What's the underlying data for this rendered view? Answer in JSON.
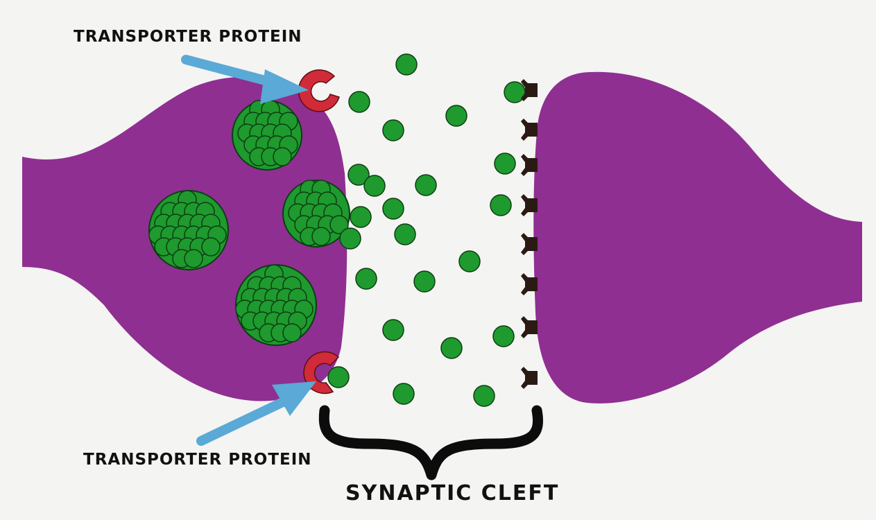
{
  "labels": {
    "transporter_top": "TRANSPORTER PROTEIN",
    "transporter_bottom": "TRANSPORTER PROTEIN",
    "synaptic_cleft": "SYNAPTIC CLEFT"
  },
  "colors": {
    "background": "#f4f4f2",
    "neuron": "#8f2f92",
    "neurotransmitter": "#1e9a2e",
    "transporter": "#d12a38",
    "receptor": "#2b1a14",
    "arrow": "#5aa9d6",
    "brace": "#0c0c0c"
  }
}
